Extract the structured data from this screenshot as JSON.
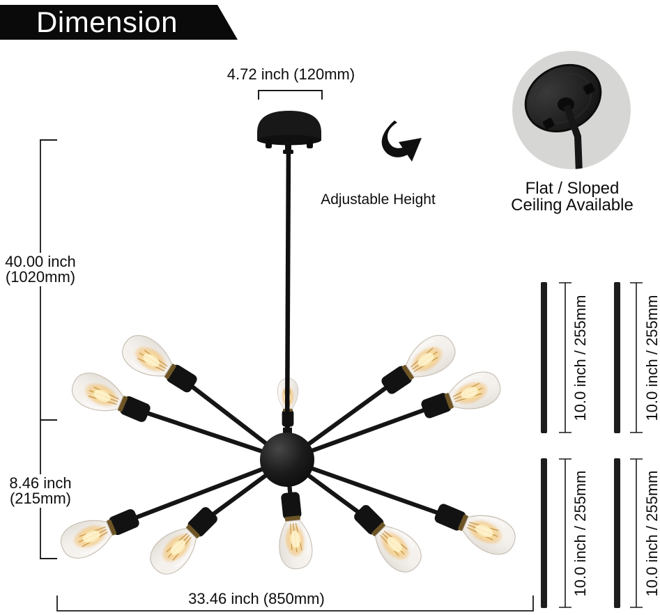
{
  "banner": {
    "title": "Dimension"
  },
  "labels": {
    "canopy_width": "4.72 inch (120mm)",
    "adjustable_height": "Adjustable Height",
    "ceiling_line1": "Flat / Sloped",
    "ceiling_line2": "Ceiling Available",
    "overall_height_line1": "40.00 inch",
    "overall_height_line2": "(1020mm)",
    "body_height_line1": "8.46 inch",
    "body_height_line2": "(215mm)",
    "fixture_width": "33.46 inch (850mm)"
  },
  "rods": [
    {
      "label": "10.0 inch / 255mm"
    },
    {
      "label": "10.0 inch / 255mm"
    },
    {
      "label": "10.0 inch / 255mm"
    },
    {
      "label": "10.0 inch / 255mm"
    }
  ],
  "fixture": {
    "bulb_count": 10
  },
  "colors": {
    "background": "#ffffff",
    "banner_bg": "#0a0a0a",
    "banner_text": "#ffffff",
    "line_color": "#1a1a1a",
    "fixture_black": "#141414",
    "bulb_glow_warm": "#f7cf79",
    "inset_circle_gray": "#d6d6d4"
  }
}
